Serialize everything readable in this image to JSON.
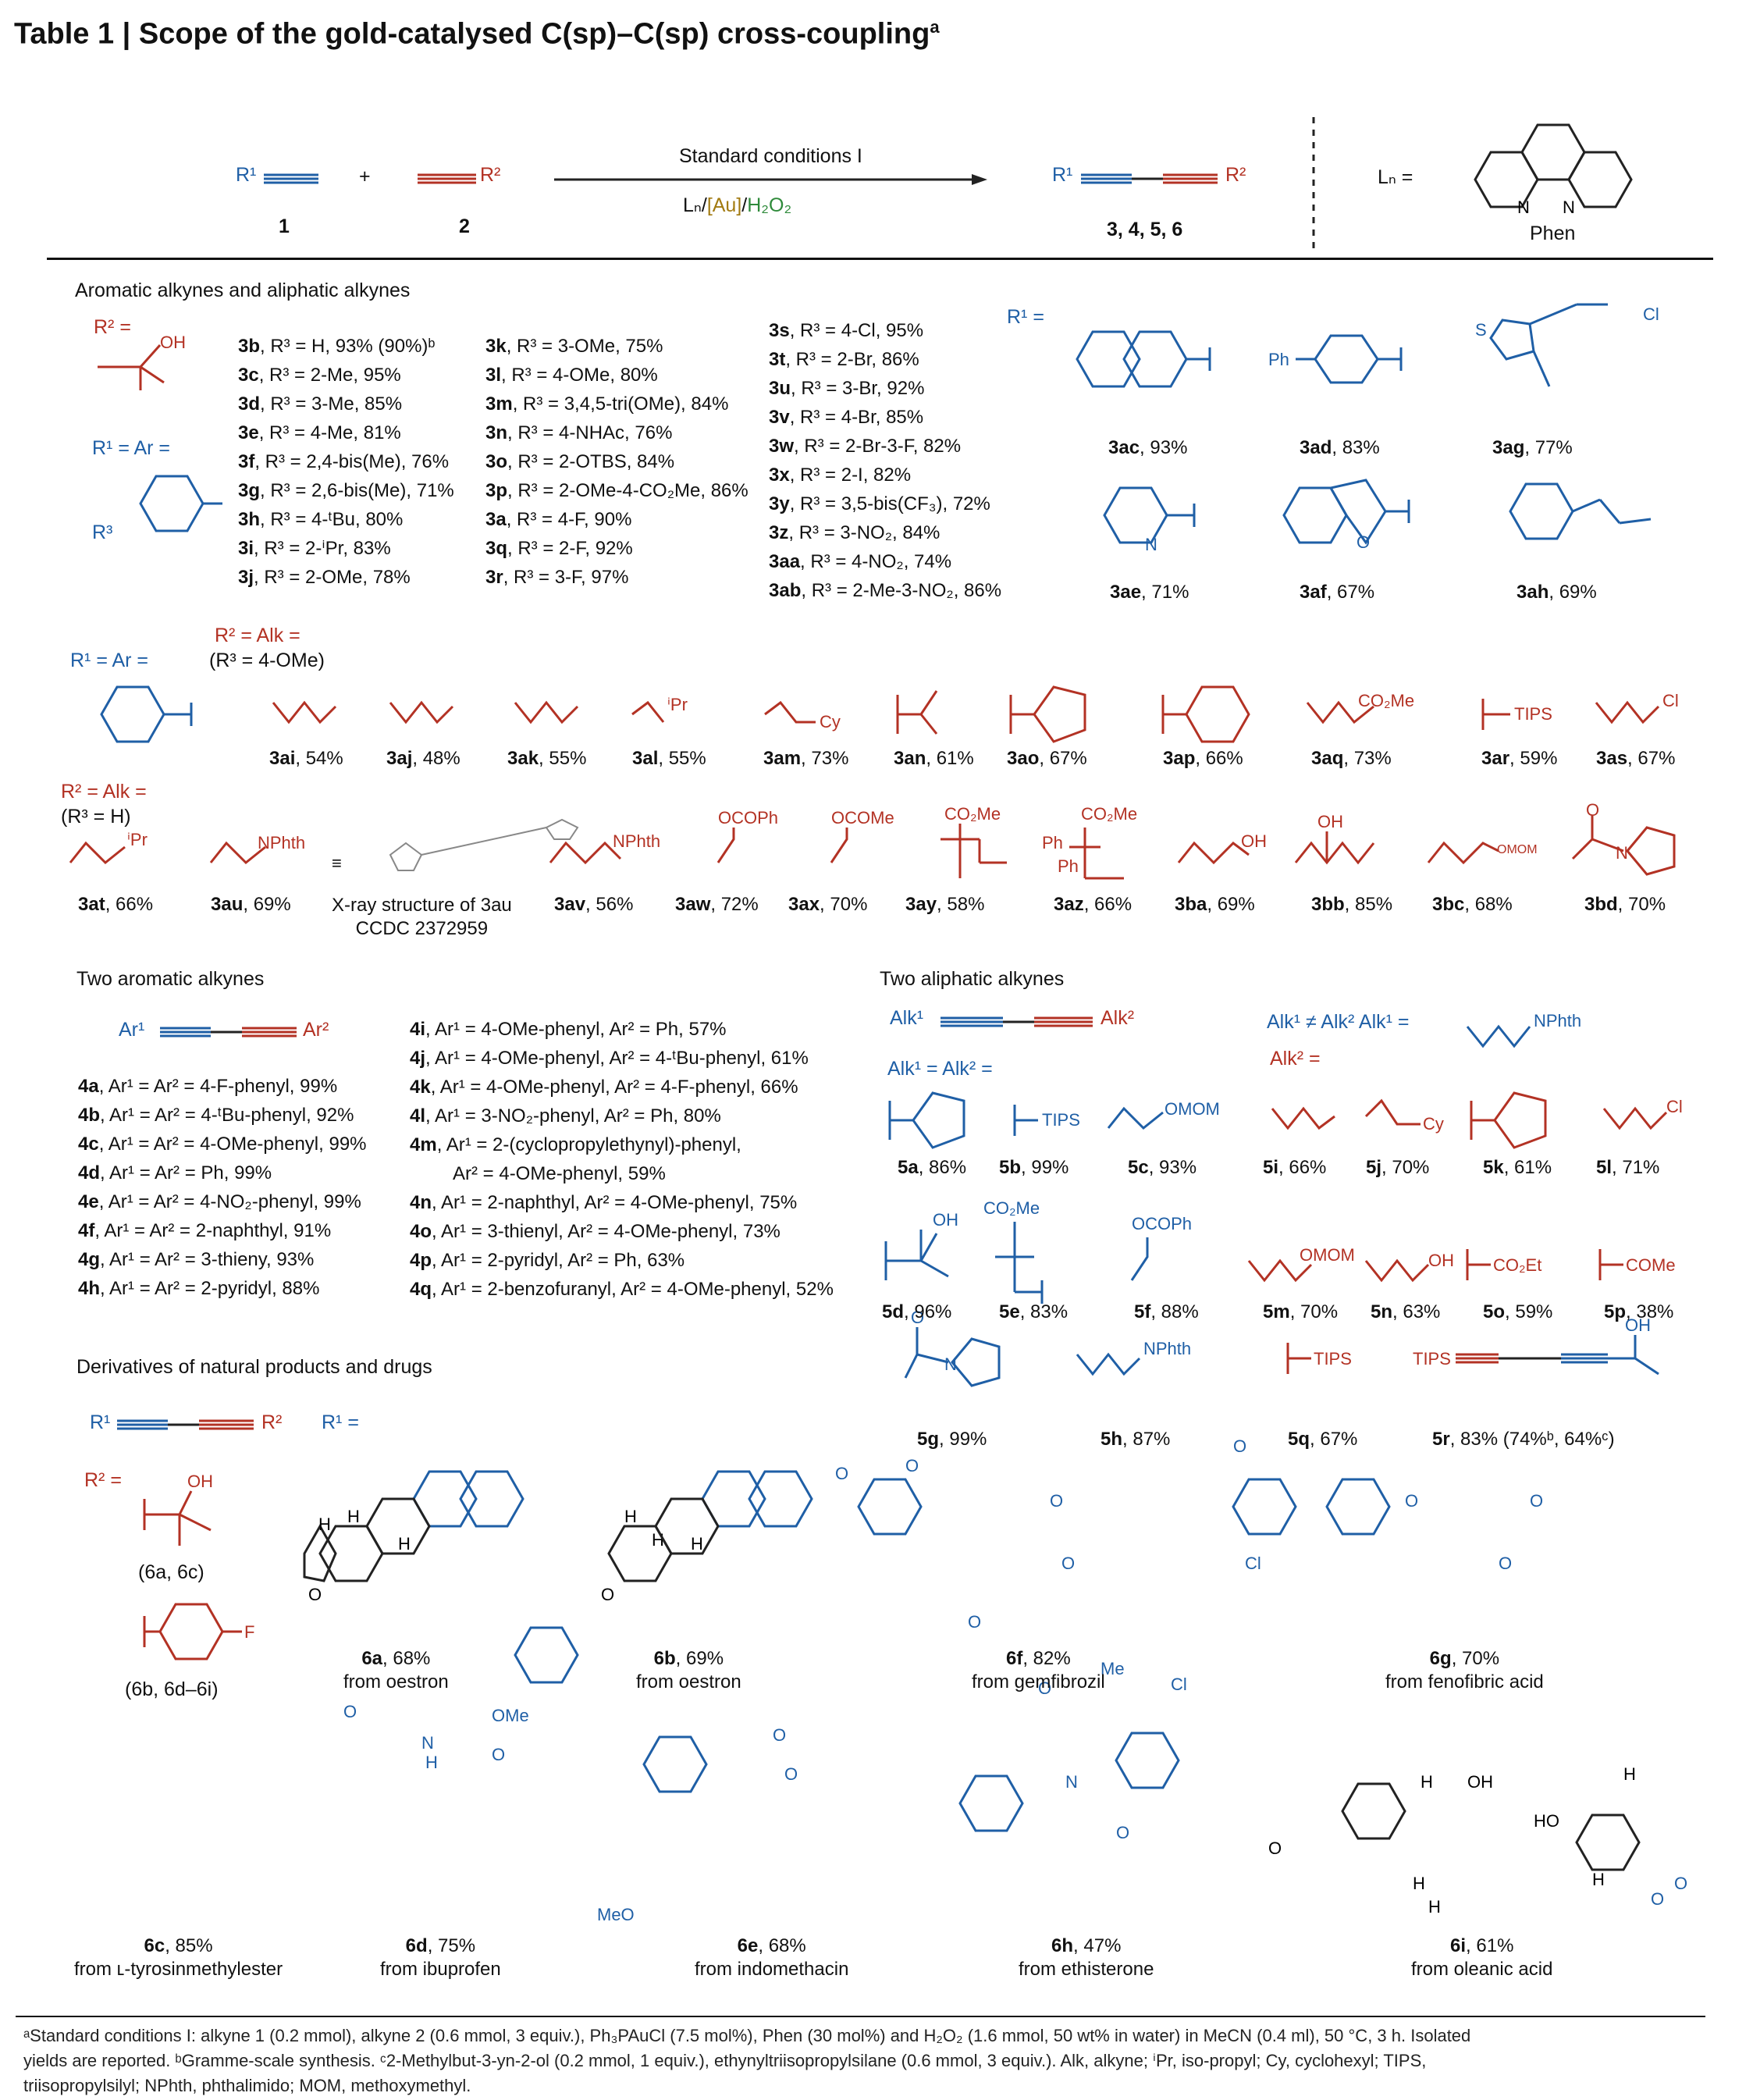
{
  "title": "Table 1 | Scope of the gold-catalysed C(sp)–C(sp) cross-coupling",
  "title_sup": "a",
  "scheme": {
    "reactant1_label": "R¹",
    "reactant1_number": "1",
    "plus": "+",
    "reactant2_label": "R²",
    "reactant2_number": "2",
    "conditions_top": "Standard conditions I",
    "conditions_bottom": [
      "Lₙ/",
      "[Au]",
      "/",
      "H₂O₂"
    ],
    "product_r1": "R¹",
    "product_r2": "R²",
    "product_numbers": "3, 4, 5, 6",
    "ligand_eq": "Lₙ =",
    "ligand_name": "Phen"
  },
  "section_aromatic": {
    "heading": "Aromatic alkynes and aliphatic alkynes",
    "r2_eq": "R² =",
    "r1_ar": "R¹ = Ar =",
    "r3": "R³",
    "col1": [
      [
        "3b",
        ", R³ = H, 93% (90%)ᵇ"
      ],
      [
        "3c",
        ", R³ = 2-Me, 95%"
      ],
      [
        "3d",
        ", R³ = 3-Me, 85%"
      ],
      [
        "3e",
        ", R³ = 4-Me, 81%"
      ],
      [
        "3f",
        ", R³ = 2,4-bis(Me), 76%"
      ],
      [
        "3g",
        ", R³ = 2,6-bis(Me), 71%"
      ],
      [
        "3h",
        ", R³ = 4-ᵗBu, 80%"
      ],
      [
        "3i",
        ", R³ = 2-ⁱPr, 83%"
      ],
      [
        "3j",
        ", R³ = 2-OMe, 78%"
      ]
    ],
    "col2": [
      [
        "3k",
        ", R³ = 3-OMe, 75%"
      ],
      [
        "3l",
        ", R³ = 4-OMe, 80%"
      ],
      [
        "3m",
        ", R³ = 3,4,5-tri(OMe), 84%"
      ],
      [
        "3n",
        ", R³ = 4-NHAc, 76%"
      ],
      [
        "3o",
        ", R³ = 2-OTBS, 84%"
      ],
      [
        "3p",
        ", R³ = 2-OMe-4-CO₂Me, 86%"
      ],
      [
        "3a",
        ", R³ = 4-F, 90%"
      ],
      [
        "3q",
        ", R³ = 2-F, 92%"
      ],
      [
        "3r",
        ", R³ = 3-F, 97%"
      ]
    ],
    "col3": [
      [
        "3s",
        ", R³ = 4-Cl, 95%"
      ],
      [
        "3t",
        ", R³ = 2-Br, 86%"
      ],
      [
        "3u",
        ", R³ = 3-Br, 92%"
      ],
      [
        "3v",
        ", R³ = 4-Br, 85%"
      ],
      [
        "3w",
        ", R³ = 2-Br-3-F, 82%"
      ],
      [
        "3x",
        ", R³ = 2-I, 82%"
      ],
      [
        "3y",
        ", R³ = 3,5-bis(CF₃), 72%"
      ],
      [
        "3z",
        ", R³ = 3-NO₂, 84%"
      ],
      [
        "3aa",
        ", R³ = 4-NO₂, 74%"
      ],
      [
        "3ab",
        ", R³ = 2-Me-3-NO₂, 86%"
      ]
    ],
    "r1_eq": "R¹ =",
    "hetero": [
      [
        "3ac",
        ", 93%"
      ],
      [
        "3ad",
        ", 83%"
      ],
      [
        "3ag",
        ", 77%"
      ],
      [
        "3ae",
        ", 71%"
      ],
      [
        "3af",
        ", 67%"
      ],
      [
        "3ah",
        ", 69%"
      ]
    ],
    "ph": "Ph",
    "cl": "Cl",
    "s": "S",
    "n": "N",
    "o": "O"
  },
  "section_alk": {
    "r2_alk": "R² = Alk =",
    "r3_ome": "(R³ = 4-OMe)",
    "r1_ar": "R¹ = Ar =",
    "row1": [
      [
        "3ai",
        ", 54%"
      ],
      [
        "3aj",
        ", 48%"
      ],
      [
        "3ak",
        ", 55%"
      ],
      [
        "3al",
        ", 55%"
      ],
      [
        "3am",
        ", 73%"
      ],
      [
        "3an",
        ", 61%"
      ],
      [
        "3ao",
        ", 67%"
      ],
      [
        "3ap",
        ", 66%"
      ],
      [
        "3aq",
        ", 73%"
      ],
      [
        "3ar",
        ", 59%"
      ],
      [
        "3as",
        ", 67%"
      ]
    ],
    "row1_labels": [
      "ⁱPr",
      "Cy",
      "CO₂Me",
      "TIPS",
      "Cl"
    ],
    "r2_alk2": "R² = Alk =",
    "r3_h": "(R³ = H)",
    "row2": [
      [
        "3at",
        ", 66%"
      ],
      [
        "3au",
        ", 69%"
      ],
      [
        "3av",
        ", 56%"
      ],
      [
        "3aw",
        ", 72%"
      ],
      [
        "3ax",
        ", 70%"
      ],
      [
        "3ay",
        ", 58%"
      ],
      [
        "3az",
        ", 66%"
      ],
      [
        "3ba",
        ", 69%"
      ],
      [
        "3bb",
        ", 85%"
      ],
      [
        "3bc",
        ", 68%"
      ],
      [
        "3bd",
        ", 70%"
      ]
    ],
    "row2_labels": [
      "ⁱPr",
      "NPhth",
      "NPhth",
      "OCOPh",
      "OCOMe",
      "CO₂Me",
      "CO₂Me",
      "Ph",
      "Ph",
      "OH",
      "OH",
      "OMOM",
      "O",
      "N"
    ],
    "xray": "X-ray structure of 3au",
    "ccdc": "CCDC 2372959"
  },
  "section_two_aromatic": {
    "heading": "Two aromatic alkynes",
    "ar1": "Ar¹",
    "ar2": "Ar²",
    "left": [
      [
        "4a",
        ", Ar¹ = Ar² = 4-F-phenyl, 99%"
      ],
      [
        "4b",
        ", Ar¹ = Ar² = 4-ᵗBu-phenyl, 92%"
      ],
      [
        "4c",
        ", Ar¹ = Ar² = 4-OMe-phenyl, 99%"
      ],
      [
        "4d",
        ", Ar¹ = Ar² = Ph, 99%"
      ],
      [
        "4e",
        ", Ar¹ = Ar² = 4-NO₂-phenyl, 99%"
      ],
      [
        "4f",
        ", Ar¹ = Ar² = 2-naphthyl, 91%"
      ],
      [
        "4g",
        ", Ar¹ = Ar² = 3-thieny, 93%"
      ],
      [
        "4h",
        ", Ar¹ = Ar² = 2-pyridyl, 88%"
      ]
    ],
    "right": [
      [
        "4i",
        ", Ar¹ = 4-OMe-phenyl, Ar² = Ph, 57%"
      ],
      [
        "4j",
        ", Ar¹ = 4-OMe-phenyl, Ar² = 4-ᵗBu-phenyl, 61%"
      ],
      [
        "4k",
        ", Ar¹ = 4-OMe-phenyl, Ar² = 4-F-phenyl, 66%"
      ],
      [
        "4l",
        ", Ar¹ = 3-NO₂-phenyl, Ar² = Ph, 80%"
      ],
      [
        "4m",
        ", Ar¹ = 2-(cyclopropylethynyl)-phenyl,"
      ],
      [
        "",
        "Ar² = 4-OMe-phenyl, 59%"
      ],
      [
        "4n",
        ", Ar¹ = 2-naphthyl, Ar² = 4-OMe-phenyl, 75%"
      ],
      [
        "4o",
        ", Ar¹ = 3-thienyl, Ar² = 4-OMe-phenyl, 73%"
      ],
      [
        "4p",
        ", Ar¹ = 2-pyridyl, Ar² = Ph, 63%"
      ],
      [
        "4q",
        ", Ar¹ = 2-benzofuranyl, Ar² = 4-OMe-phenyl, 52%"
      ]
    ]
  },
  "section_two_aliphatic": {
    "heading": "Two aliphatic alkynes",
    "alk1": "Alk¹",
    "alk2": "Alk²",
    "eq_same": "Alk¹ = Alk² =",
    "neq": "Alk¹ ≠ Alk²  Alk¹ =",
    "alk2_eq": "Alk² =",
    "nphth": "NPhth",
    "items": [
      [
        "5a",
        ", 86%"
      ],
      [
        "5b",
        ", 99%"
      ],
      [
        "5c",
        ", 93%"
      ],
      [
        "5i",
        ", 66%"
      ],
      [
        "5j",
        ", 70%"
      ],
      [
        "5k",
        ", 61%"
      ],
      [
        "5l",
        ", 71%"
      ],
      [
        "5d",
        ", 96%"
      ],
      [
        "5e",
        ", 83%"
      ],
      [
        "5f",
        ", 88%"
      ],
      [
        "5m",
        ", 70%"
      ],
      [
        "5n",
        ", 63%"
      ],
      [
        "5o",
        ", 59%"
      ],
      [
        "5p",
        ", 38%"
      ],
      [
        "5g",
        ", 99%"
      ],
      [
        "5h",
        ", 87%"
      ],
      [
        "5q",
        ", 67%"
      ],
      [
        "5r",
        ", 83% (74%ᵇ, 64%ᶜ)"
      ]
    ],
    "labels": [
      "TIPS",
      "OMOM",
      "Cy",
      "Cl",
      "OH",
      "CO₂Me",
      "OCOPh",
      "OMOM",
      "OH",
      "CO₂Et",
      "COMe",
      "NPhth",
      "TIPS",
      "TIPS",
      "OH",
      "O",
      "N"
    ]
  },
  "section_natural": {
    "heading": "Derivatives of natural products and drugs",
    "r1": "R¹",
    "r2": "R²",
    "r1_eq": "R¹ =",
    "r2_eq": "R² =",
    "oh": "OH",
    "set1": "(6a, 6c)",
    "set2": "(6b, 6d–6i)",
    "f": "F",
    "items": [
      [
        "6a",
        ", 68%",
        "from oestron"
      ],
      [
        "6b",
        ", 69%",
        "from oestron"
      ],
      [
        "6f",
        ", 82%",
        "from gemfibrozil"
      ],
      [
        "6g",
        ", 70%",
        "from fenofibric acid"
      ],
      [
        "6c",
        ", 85%",
        "from ʟ-tyrosinmethylester"
      ],
      [
        "6d",
        ", 75%",
        "from ibuprofen"
      ],
      [
        "6e",
        ", 68%",
        "from indomethacin"
      ],
      [
        "6h",
        ", 47%",
        "from ethisterone"
      ],
      [
        "6i",
        ", 61%",
        "from oleanic acid"
      ]
    ],
    "atom_labels": [
      "H",
      "H",
      "H",
      "O",
      "H",
      "H",
      "H",
      "O",
      "O",
      "O",
      "O",
      "O",
      "Cl",
      "O",
      "O",
      "O",
      "O",
      "O",
      "OMe",
      "N",
      "H",
      "O",
      "Me",
      "N",
      "MeO",
      "Cl",
      "O",
      "O",
      "H",
      "H",
      "H",
      "OH",
      "O",
      "H",
      "H",
      "HO",
      "H",
      "O",
      "O"
    ]
  },
  "footnote": [
    "ᵃStandard conditions I: alkyne 1 (0.2 mmol), alkyne 2 (0.6 mmol, 3 equiv.), Ph₃PAuCl (7.5 mol%), Phen (30 mol%) and H₂O₂ (1.6 mmol, 50 wt% in water) in MeCN (0.4 ml), 50 °C, 3 h. Isolated",
    "yields are reported. ᵇGramme-scale synthesis. ᶜ2-Methylbut-3-yn-2-ol (0.2 mmol, 1 equiv.), ethynyltriisopropylsilane (0.6 mmol, 3 equiv.). Alk, alkyne; ⁱPr, iso-propyl; Cy, cyclohexyl; TIPS,",
    "triisopropylsilyl; NPhth, phthalimido; MOM, methoxymethyl."
  ],
  "colors": {
    "blue": "#1f5fa6",
    "red": "#b33224",
    "green": "#2e8a3a",
    "gold": "#a27a10"
  }
}
